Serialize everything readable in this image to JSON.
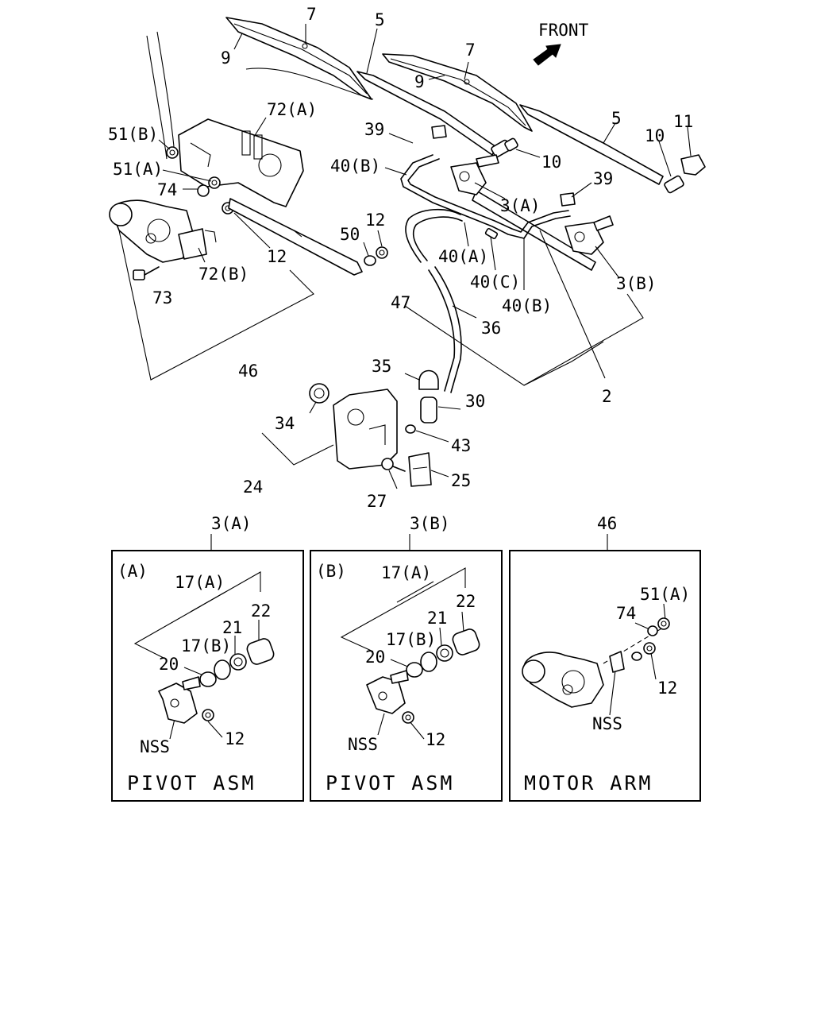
{
  "direction": {
    "text": "FRONT"
  },
  "labels": {
    "wiper_blade_left": "7",
    "wiper_arm_left_tag": "9",
    "arm_5_top": "5",
    "wiper_blade_right": "7",
    "wiper_arm_right_tag": "9",
    "arm_5_right": "5",
    "bracket_72a": "72(A)",
    "nut_51b": "51(B)",
    "nut_51a": "51(A)",
    "washer_74": "74",
    "nut_12_left": "12",
    "bracket_72b": "72(B)",
    "bolt_73": "73",
    "motor_asm_46": "46",
    "link_47": "47",
    "clip_39_left": "39",
    "clip_39_right": "39",
    "cap_10_left": "10",
    "cap_10_right": "10",
    "nut_11": "11",
    "hose_40b_left": "40(B)",
    "hose_40a": "40(A)",
    "hose_40c": "40(C)",
    "hose_40b_bottom": "40(B)",
    "nut_12_mid": "12",
    "washer_50": "50",
    "pivot_3a": "3(A)",
    "pivot_3b": "3(B)",
    "hose_36": "36",
    "linkage_2": "2",
    "cap_35": "35",
    "pump_30": "30",
    "grommet_43": "43",
    "cap_34": "34",
    "tank_24": "24",
    "bracket_25": "25",
    "bolt_27": "27"
  },
  "insets": [
    {
      "ref": "3(A)",
      "tag": "(A)",
      "title": "PIVOT ASM",
      "labels": {
        "l17a": "17(A)",
        "l17b": "17(B)",
        "l20": "20",
        "l21": "21",
        "l22": "22",
        "nss": "NSS",
        "l12": "12"
      }
    },
    {
      "ref": "3(B)",
      "tag": "(B)",
      "title": "PIVOT ASM",
      "labels": {
        "l17a": "17(A)",
        "l17b": "17(B)",
        "l20": "20",
        "l21": "21",
        "l22": "22",
        "nss": "NSS",
        "l12": "12"
      }
    },
    {
      "ref": "46",
      "title": "MOTOR ARM",
      "labels": {
        "l51a": "51(A)",
        "l74": "74",
        "l12": "12",
        "nss": "NSS"
      }
    }
  ]
}
